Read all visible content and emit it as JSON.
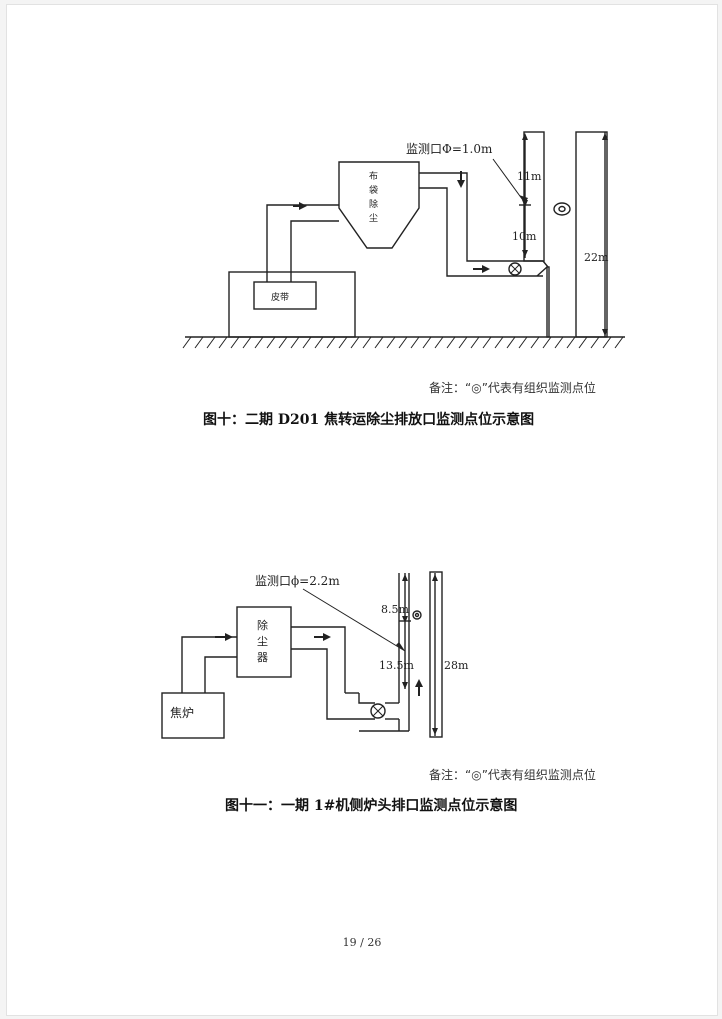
{
  "figure10": {
    "monitor_label": "监测口Φ=1.0m",
    "dim_upper": "11m",
    "dim_lower": "10m",
    "dim_total": "22m",
    "bag_filter_label": [
      "布",
      "袋",
      "除",
      "尘"
    ],
    "belt_label": "皮带",
    "note": "备注：“◎”代表有组织监测点位",
    "caption": "图十：二期 D201 焦转运除尘排放口监测点位示意图"
  },
  "figure11": {
    "monitor_label": "监测口ϕ=2.2m",
    "dim_upper": "8.5m",
    "dim_lower": "13.5m",
    "dim_total": "28m",
    "dust_collector_label": [
      "除",
      "尘",
      "器"
    ],
    "furnace_label": "焦炉",
    "note": "备注：“◎”代表有组织监测点位",
    "caption": "图十一：一期 1#机侧炉头排口监测点位示意图"
  },
  "page_number": "19 / 26"
}
